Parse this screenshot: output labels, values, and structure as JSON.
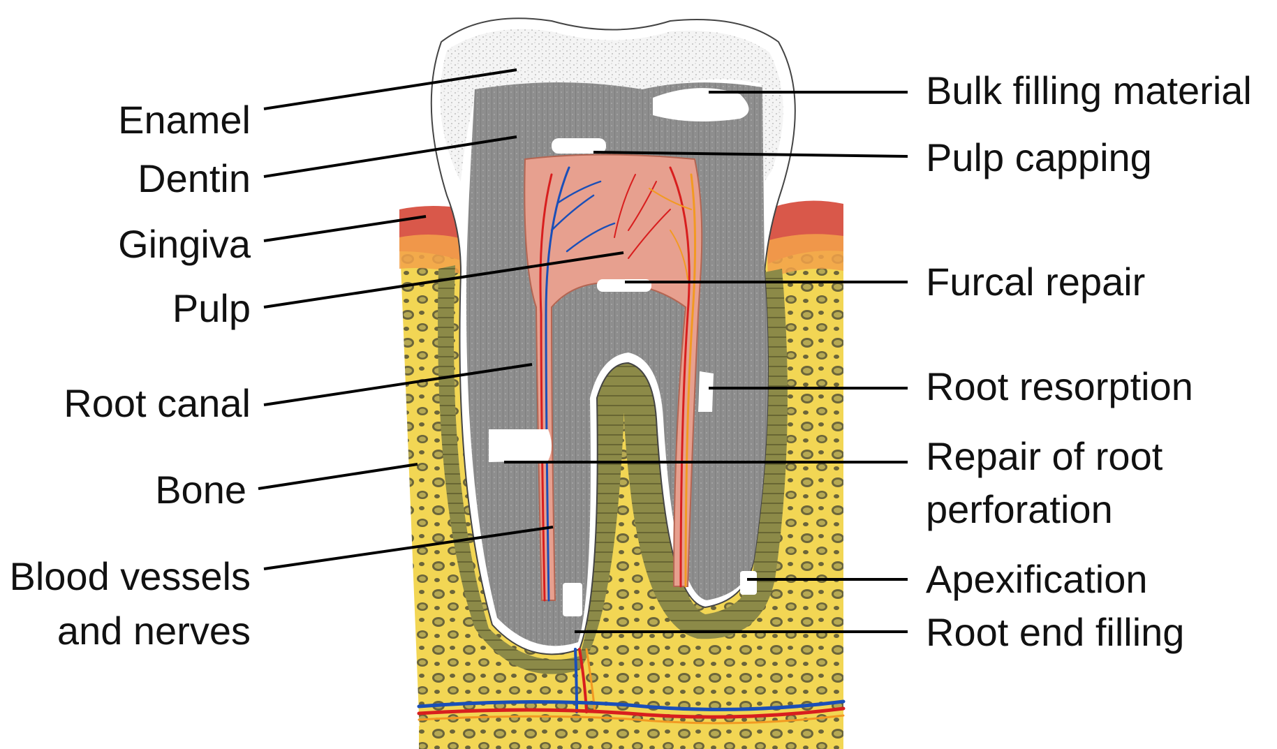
{
  "labels_left": {
    "enamel": "Enamel",
    "dentin": "Dentin",
    "gingiva": "Gingiva",
    "pulp": "Pulp",
    "root_canal": "Root canal",
    "bone": "Bone",
    "blood_vessels_line1": "Blood vessels",
    "blood_vessels_line2": "and nerves"
  },
  "labels_right": {
    "bulk_filling": "Bulk filling material",
    "pulp_capping": "Pulp capping",
    "furcal_repair": "Furcal repair",
    "root_resorption": "Root resorption",
    "repair_perforation_line1": "Repair of root",
    "repair_perforation_line2": "perforation",
    "apexification": "Apexification",
    "root_end_filling": "Root end filling"
  },
  "colors": {
    "bone": "#f2d654",
    "bone_spots": "#5e5a36",
    "gingiva": "#d9584a",
    "periodontal_ligament": "#8c8a48",
    "dentin": "#8e8e8e",
    "enamel": "#f4f4f4",
    "pulp": "#e7a08f",
    "artery": "#d81e1e",
    "vein": "#1a4fb8",
    "nerve": "#f29a22",
    "filling": "#ffffff",
    "leader_line": "#000000"
  }
}
